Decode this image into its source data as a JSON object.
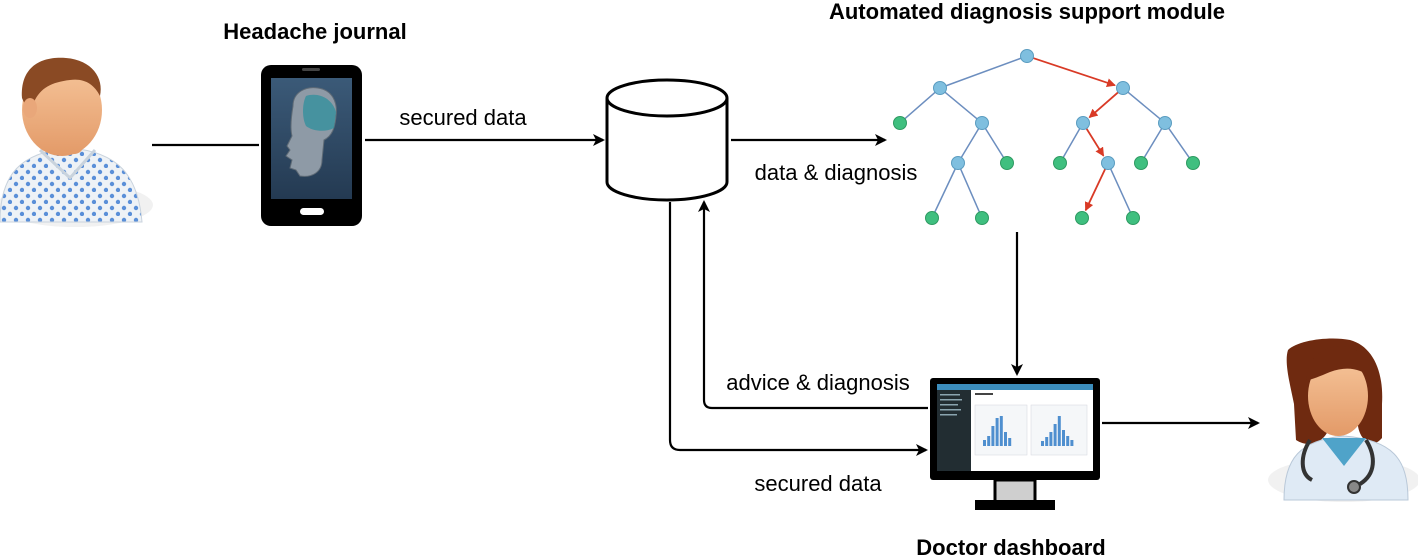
{
  "titles": {
    "journal": "Headache journal",
    "module": "Automated diagnosis support module",
    "dashboard": "Doctor dashboard"
  },
  "edges": {
    "patient_to_db": "secured data",
    "db_to_module": "data & diagnosis",
    "dashboard_to_db": "advice & diagnosis",
    "db_to_dashboard": "secured data"
  },
  "colors": {
    "tree_node": "#7fbfdf",
    "tree_leaf": "#3fbf7f",
    "tree_edge": "#6c8ebf",
    "highlight_path": "#d93a26",
    "arrow": "#000000"
  },
  "icons": {
    "patient": "patient-avatar-icon",
    "phone": "smartphone-icon",
    "database": "database-icon",
    "tree": "decision-tree-icon",
    "monitor": "monitor-icon",
    "doctor": "doctor-avatar-icon"
  }
}
